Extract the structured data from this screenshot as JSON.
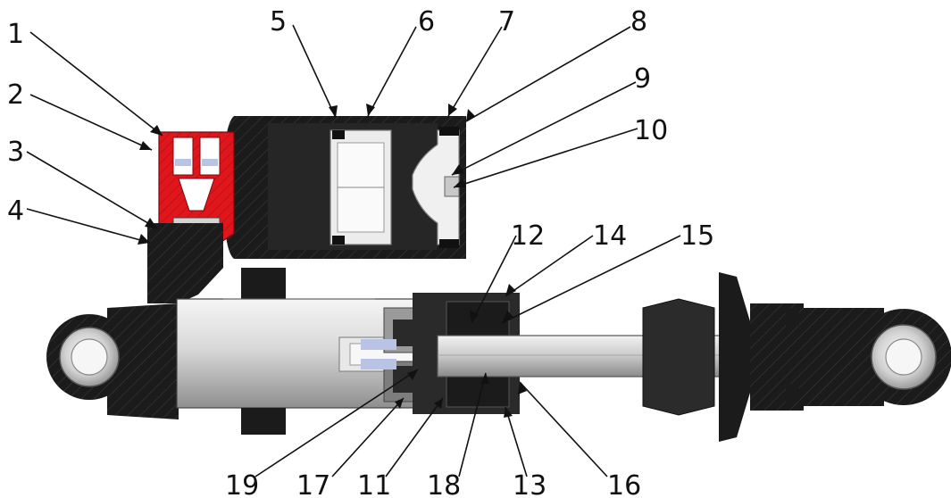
{
  "diagram": {
    "callouts": [
      {
        "id": "c1",
        "label": "1"
      },
      {
        "id": "c2",
        "label": "2"
      },
      {
        "id": "c3",
        "label": "3"
      },
      {
        "id": "c4",
        "label": "4"
      },
      {
        "id": "c5",
        "label": "5"
      },
      {
        "id": "c6",
        "label": "6"
      },
      {
        "id": "c7",
        "label": "7"
      },
      {
        "id": "c8",
        "label": "8"
      },
      {
        "id": "c9",
        "label": "9"
      },
      {
        "id": "c10",
        "label": "10"
      },
      {
        "id": "c12",
        "label": "12"
      },
      {
        "id": "c14",
        "label": "14"
      },
      {
        "id": "c15",
        "label": "15"
      },
      {
        "id": "c19",
        "label": "19"
      },
      {
        "id": "c17",
        "label": "17"
      },
      {
        "id": "c11",
        "label": "11"
      },
      {
        "id": "c18",
        "label": "18"
      },
      {
        "id": "c13",
        "label": "13"
      },
      {
        "id": "c16",
        "label": "16"
      }
    ],
    "colors": {
      "body_black": "#1b1b1b",
      "highlight_red": "#e0161c",
      "metal_light": "#e6e6e6",
      "metal_mid": "#b5b5b5",
      "metal_dark": "#7d7d7d",
      "blue_tint": "#b9c3e6"
    }
  }
}
